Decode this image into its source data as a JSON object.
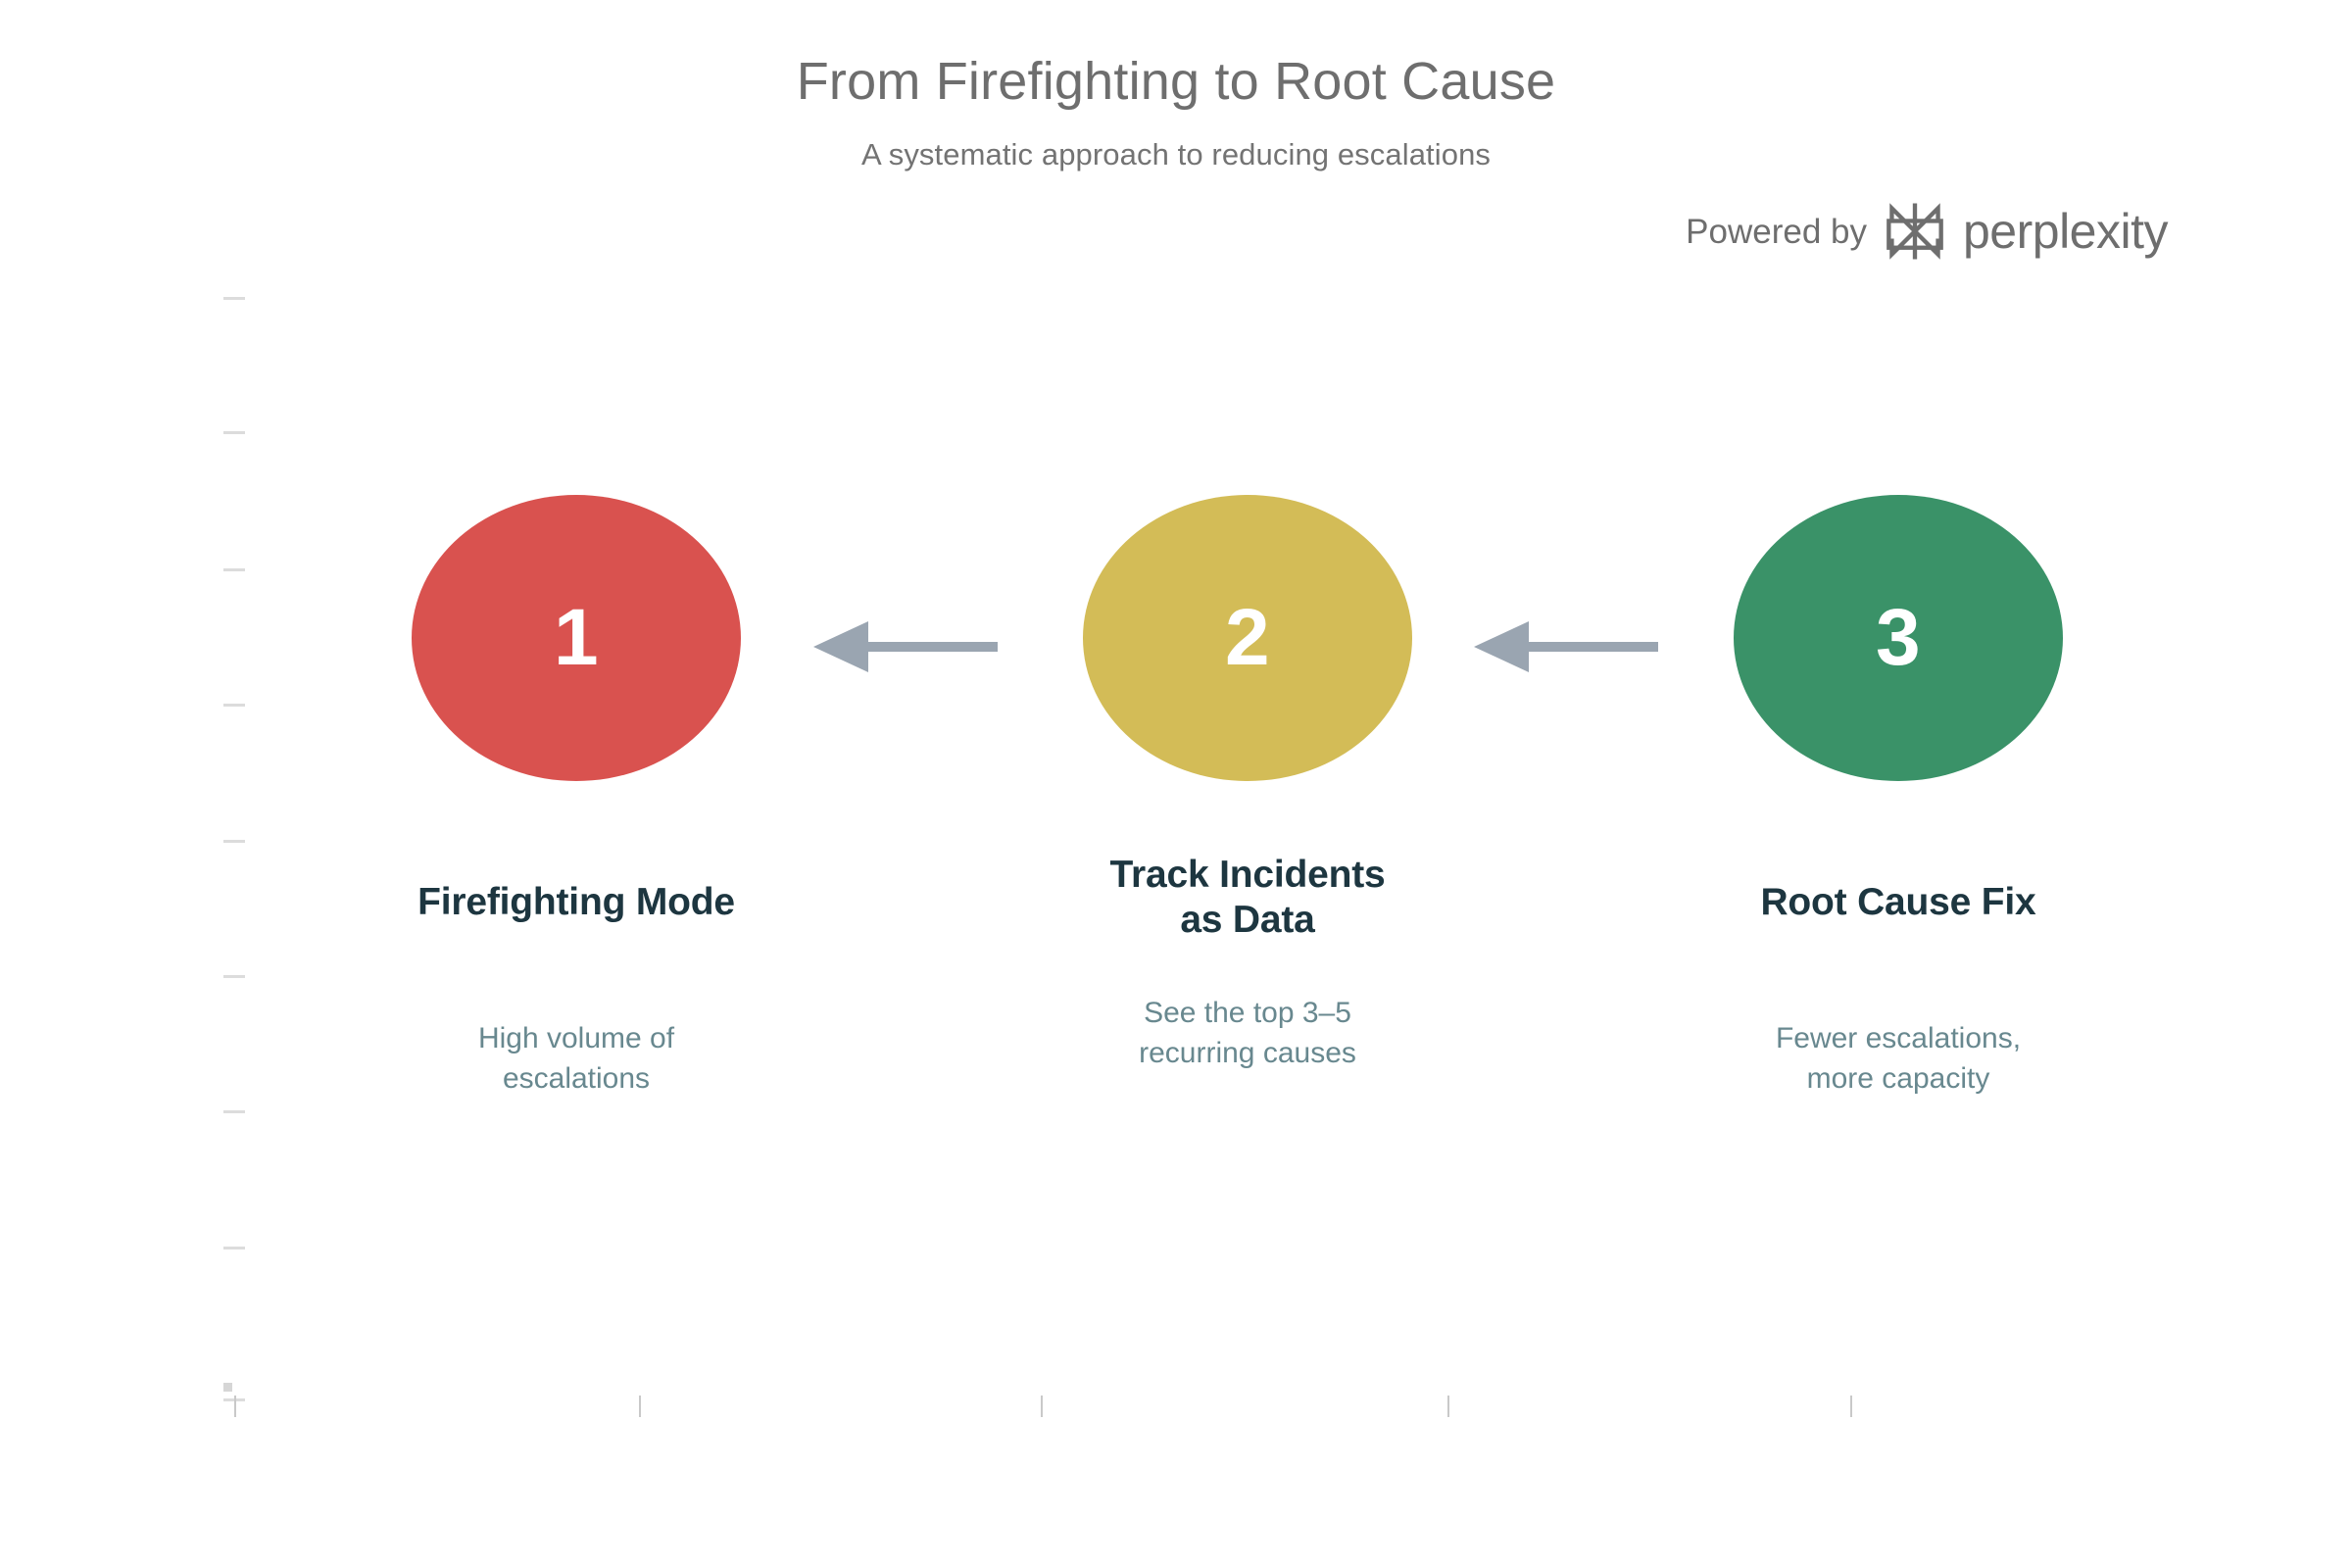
{
  "header": {
    "title": "From Firefighting to Root Cause",
    "subtitle": "A systematic approach to reducing escalations"
  },
  "branding": {
    "powered_by": "Powered by",
    "wordmark": "perplexity",
    "logo_icon": "perplexity-logo-icon"
  },
  "colors": {
    "stage_1": "#d9524f",
    "stage_2": "#d3bc57",
    "stage_3": "#3a9268",
    "arrow": "#9aa5b1",
    "title": "#6e6e6e",
    "label": "#1d3640",
    "description": "#68888f",
    "background": "#ffffff"
  },
  "chart_data": {
    "type": "diagram",
    "title": "From Firefighting to Root Cause",
    "subtitle": "A systematic approach to reducing escalations",
    "flow_direction": "right-to-left",
    "stages": [
      {
        "number": "1",
        "label": "Firefighting Mode",
        "description": "High volume of escalations",
        "description_lines": [
          "High volume of",
          "escalations"
        ],
        "color": "#d9524f"
      },
      {
        "number": "2",
        "label": "Track Incidents as Data",
        "label_lines": [
          "Track Incidents",
          "as Data"
        ],
        "description": "See the top 3–5 recurring causes",
        "description_lines": [
          "See the top 3–5",
          "recurring causes"
        ],
        "color": "#d3bc57"
      },
      {
        "number": "3",
        "label": "Root Cause Fix",
        "description": "Fewer escalations, more capacity",
        "description_lines": [
          "Fewer escalations,",
          "more capacity"
        ],
        "color": "#3a9268"
      }
    ],
    "connectors": [
      {
        "from": "2",
        "to": "1",
        "style": "solid-arrow",
        "color": "#9aa5b1"
      },
      {
        "from": "3",
        "to": "2",
        "style": "solid-arrow",
        "color": "#9aa5b1"
      }
    ],
    "axes": {
      "visible_ticks_only": true,
      "grid": false,
      "labels": []
    }
  }
}
